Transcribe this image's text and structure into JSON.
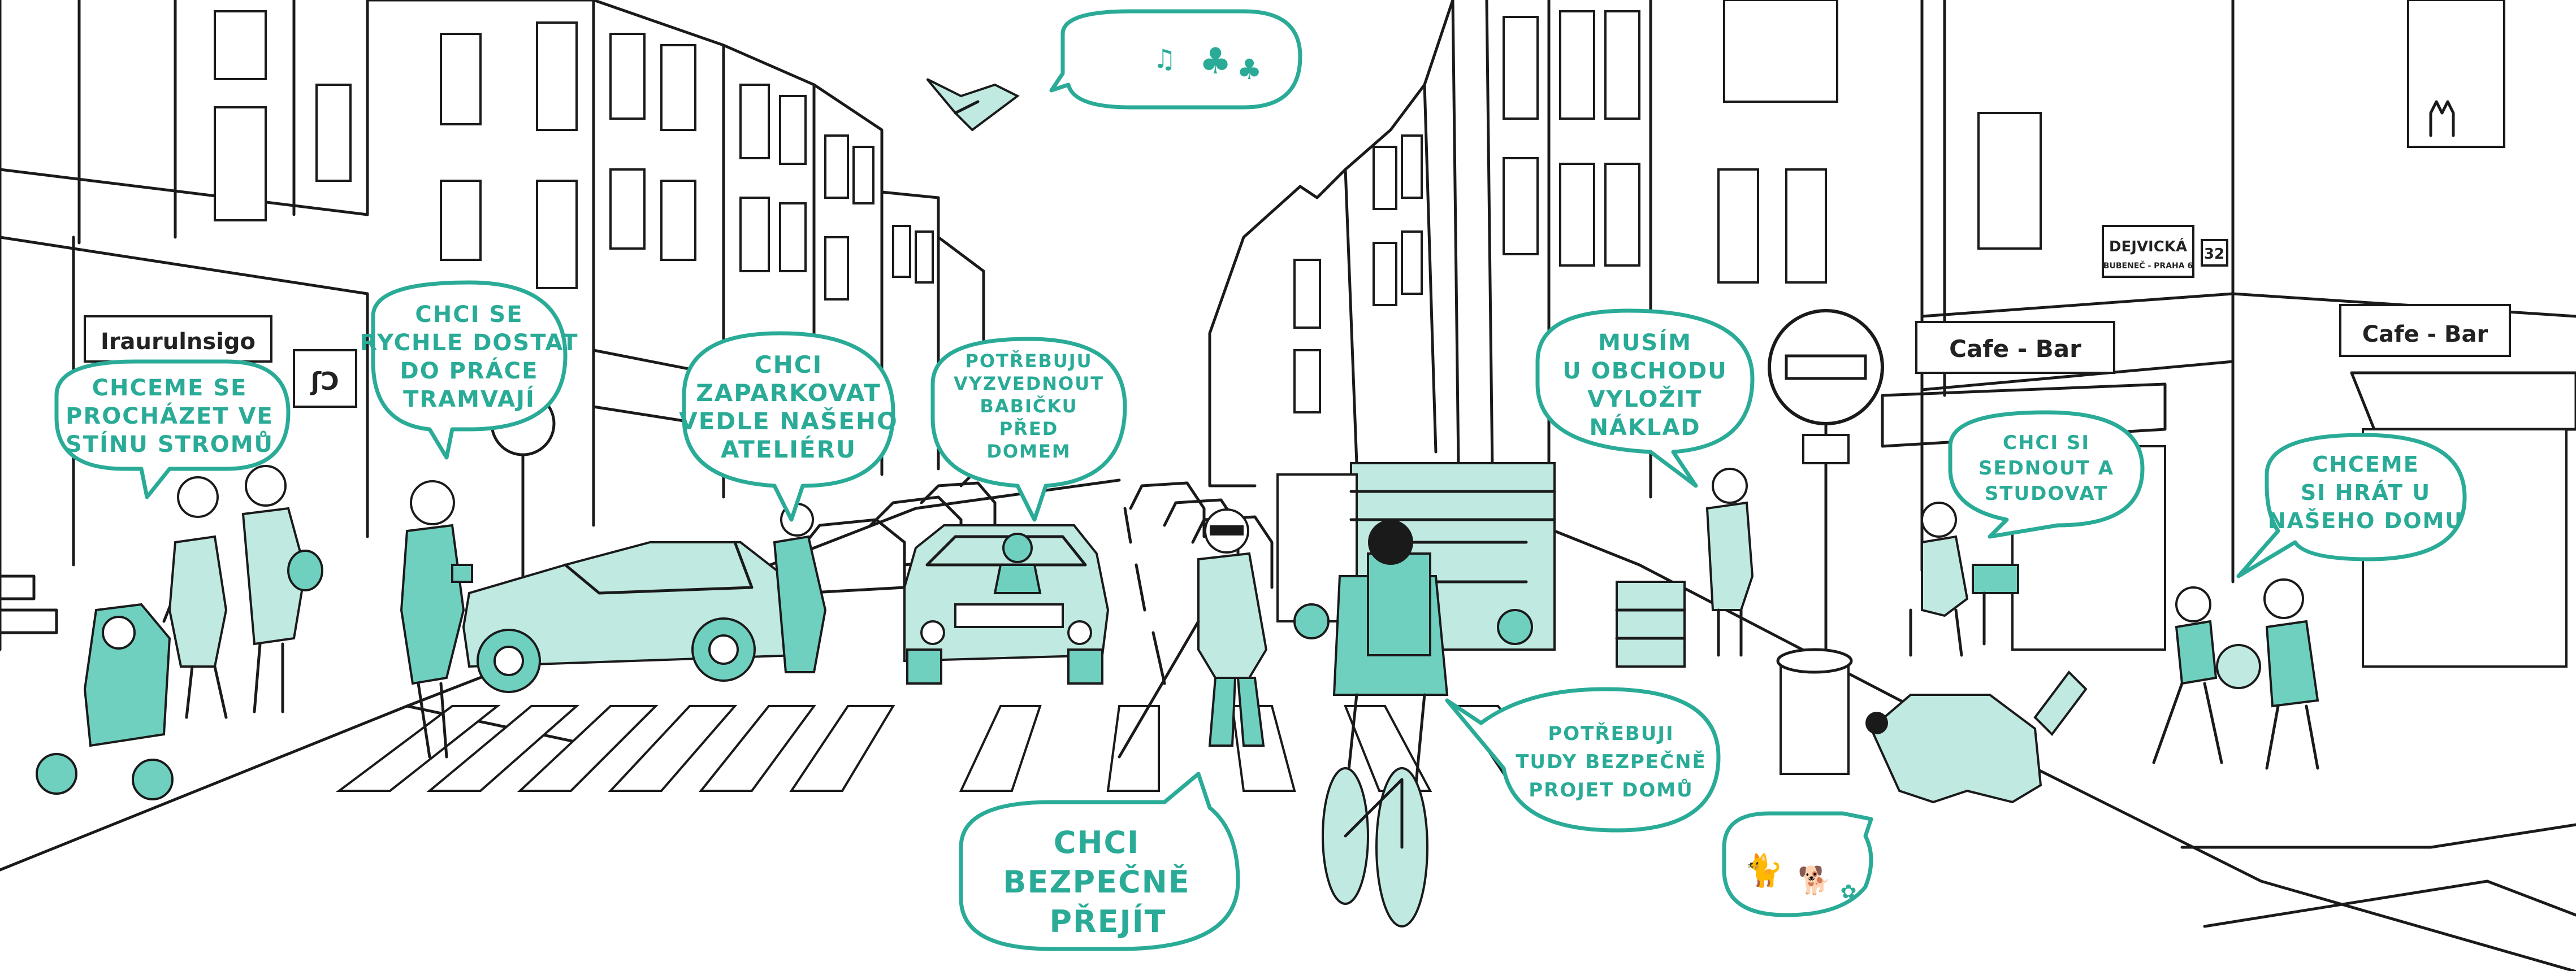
{
  "bubbles": {
    "stroll": [
      "CHCEME SE",
      "PROCHÁZET VE",
      "STÍNU STROMŮ"
    ],
    "tram": [
      "CHCI SE",
      "RYCHLE DOSTAT",
      "DO PRÁCE",
      "TRAMVAJÍ"
    ],
    "park": [
      "CHCI",
      "ZAPARKOVAT",
      "VEDLE NAŠEHO",
      "ATELIÉRU"
    ],
    "grandma": [
      "POTŘEBUJU",
      "VYZVEDNOUT",
      "BABIČKU",
      "PŘED",
      "DOMEM"
    ],
    "unload": [
      "MUSÍM",
      "U OBCHODU",
      "VYLOŽIT",
      "NÁKLAD"
    ],
    "sit": [
      "CHCI SI",
      "SEDNOUT A",
      "STUDOVAT"
    ],
    "play": [
      "CHCEME",
      "SI HRÁT U",
      "NAŠEHO DOMU"
    ],
    "cross": [
      "CHCI",
      "BEZPEČNĚ",
      "PŘEJÍT"
    ],
    "cycle": [
      "POTŘEBUJI",
      "TUDY BEZPEČNĚ",
      "PROJET DOMŮ"
    ]
  },
  "signs": {
    "shop_left": "Iraurulnsigo",
    "cafe_bar_1": "Cafe - Bar",
    "cafe_bar_2": "Cafe - Bar",
    "street_name": "DEJVICKÁ",
    "street_sub": "BUBENEČ - PRAHA 6",
    "house_number": "32"
  },
  "colors": {
    "accent": "#2aab97",
    "fill_teal": "#6fd0bf",
    "fill_light": "#bfe9e1",
    "ink": "#1a1a1a"
  }
}
